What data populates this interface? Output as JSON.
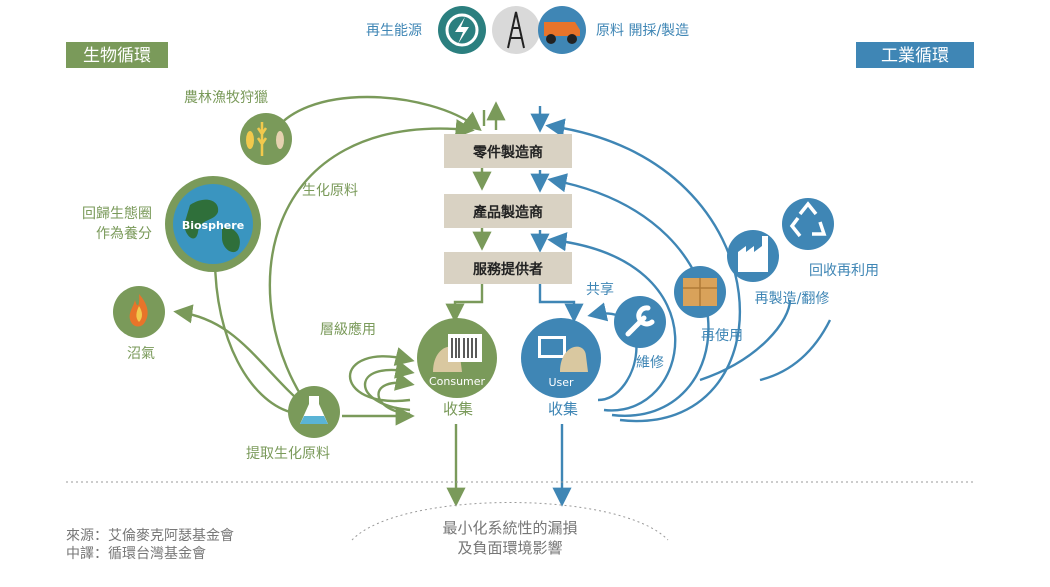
{
  "header": {
    "energy_label": "再生能源",
    "materials_label": "原料 開採/製造"
  },
  "bio_cycle": {
    "title": "生物循環",
    "agri": "農林漁牧狩獵",
    "biochem": "生化原料",
    "return_eco_line1": "回歸生態圈",
    "return_eco_line2": "作為養分",
    "biosphere": "Biosphere",
    "biogas": "沼氣",
    "cascade": "層級應用",
    "extract": "提取生化原料",
    "collect": "收集",
    "consumer": "Consumer"
  },
  "tech_cycle": {
    "title": "工業循環",
    "share": "共享",
    "maintain": "維修",
    "reuse": "再使用",
    "remanufacture": "再製造/翻修",
    "recycle": "回收再利用",
    "collect": "收集",
    "user": "User"
  },
  "chain": {
    "parts": "零件製造商",
    "product": "產品製造商",
    "service": "服務提供者"
  },
  "footer": {
    "minimize_line1": "最小化系統性的漏損",
    "minimize_line2": "及負面環境影響",
    "source": "來源：艾倫麥克阿瑟基金會",
    "translation": "中譯：循環台灣基金會"
  },
  "colors": {
    "green": "#7a9a5a",
    "blue": "#3f86b5",
    "box": "#d9d2c3",
    "bio_icon_fill": "#7a9a5a",
    "tech_icon_fill": "#3f86b5",
    "energy_fill": "#2b7f7f",
    "biosphere_fill": "#3a95c0"
  }
}
